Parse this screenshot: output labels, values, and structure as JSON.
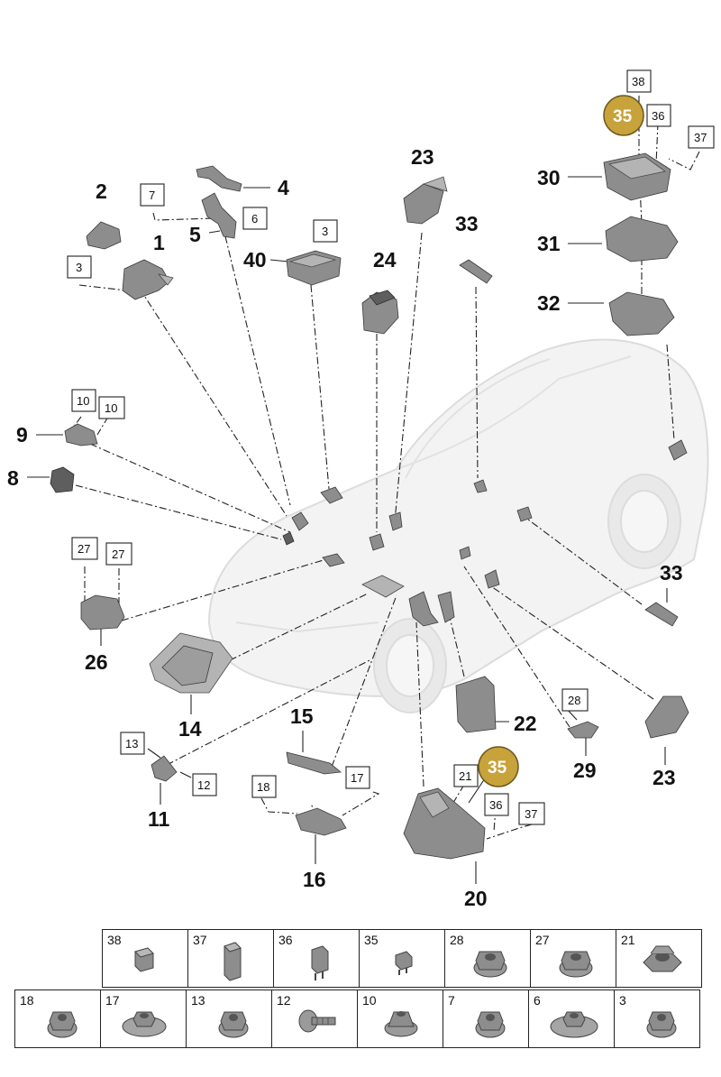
{
  "callouts": {
    "n1": "1",
    "n2": "2",
    "n3a": "3",
    "n3b": "3",
    "n4": "4",
    "n5": "5",
    "n6": "6",
    "n7": "7",
    "n8": "8",
    "n9": "9",
    "n10a": "10",
    "n10b": "10",
    "n11": "11",
    "n12": "12",
    "n13": "13",
    "n14": "14",
    "n15": "15",
    "n16": "16",
    "n17": "17",
    "n18": "18",
    "n20": "20",
    "n21": "21",
    "n22": "22",
    "n23a": "23",
    "n23b": "23",
    "n24": "24",
    "n26": "26",
    "n27a": "27",
    "n27b": "27",
    "n28": "28",
    "n29": "29",
    "n30": "30",
    "n31": "31",
    "n32": "32",
    "n33a": "33",
    "n33b": "33",
    "n35a": "35",
    "n35b": "35",
    "n36a": "36",
    "n36b": "36",
    "n37a": "37",
    "n37b": "37",
    "n38": "38",
    "n40": "40"
  },
  "highlight_color": "#c8a23a",
  "legend": {
    "row1": [
      {
        "num": "38",
        "icon": "block-clip"
      },
      {
        "num": "37",
        "icon": "fuse-large"
      },
      {
        "num": "36",
        "icon": "fuse-medium"
      },
      {
        "num": "35",
        "icon": "fuse-small"
      },
      {
        "num": "28",
        "icon": "flange-nut"
      },
      {
        "num": "27",
        "icon": "flange-nut"
      },
      {
        "num": "21",
        "icon": "hex-nut"
      }
    ],
    "row2": [
      {
        "num": "18",
        "icon": "flange-nut"
      },
      {
        "num": "17",
        "icon": "wide-flange-nut"
      },
      {
        "num": "13",
        "icon": "flange-nut"
      },
      {
        "num": "12",
        "icon": "bolt"
      },
      {
        "num": "10",
        "icon": "cage-nut"
      },
      {
        "num": "7",
        "icon": "flange-nut"
      },
      {
        "num": "6",
        "icon": "wide-flange-nut"
      },
      {
        "num": "3",
        "icon": "flange-nut"
      }
    ]
  }
}
